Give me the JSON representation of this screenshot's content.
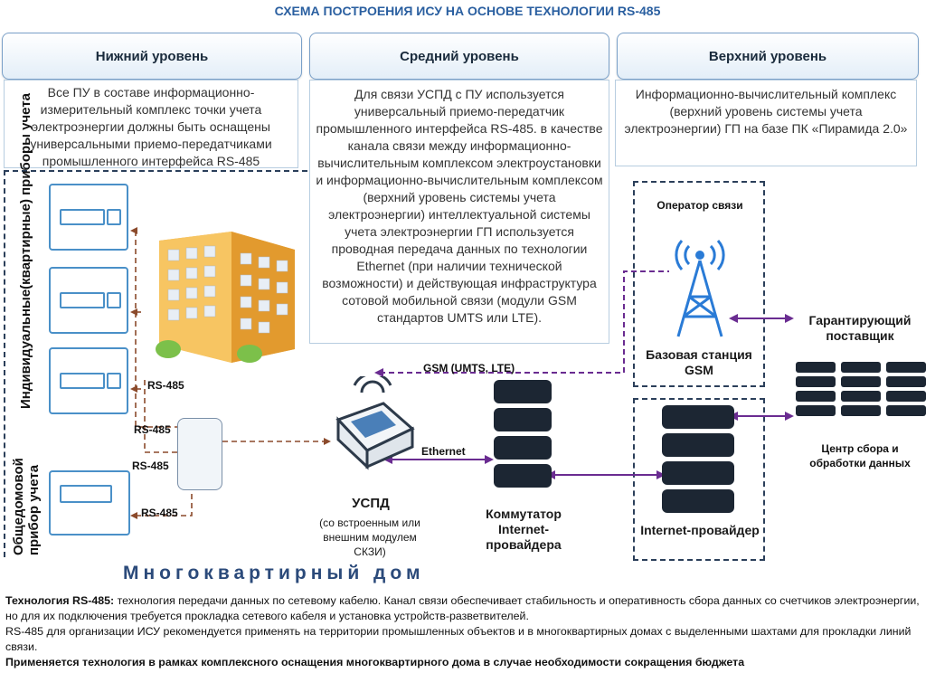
{
  "title": "СХЕМА ПОСТРОЕНИЯ ИСУ НА ОСНОВЕ ТЕХНОЛОГИИ RS-485",
  "levels": {
    "lower": {
      "title": "Нижний уровень",
      "text": "Все ПУ в составе информационно-измерительный комплекс точки учета электроэнергии должны быть оснащены универсальными приемо-передатчиками промышленного интерфейса RS-485"
    },
    "middle": {
      "title": "Средний уровень",
      "text": "Для связи УСПД с ПУ используется универсальный приемо-передатчик промышленного интерфейса RS-485. в качестве канала связи между информационно-вычислительным комплексом электроустановки и информационно-вычислительным комплексом (верхний уровень системы учета электроэнергии) интеллектуальной системы учета электроэнергии ГП используется проводная передача данных по технологии Ethernet (при наличии технической возможности) и действующая инфраструктура сотовой мобильной связи (модули GSM стандартов UMTS или LTE)."
    },
    "upper": {
      "title": "Верхний уровень",
      "text": "Информационно-вычислительный комплекс (верхний уровень системы учета электроэнергии) ГП на базе ПК «Пирамида 2.0»"
    }
  },
  "labels": {
    "individual_meters": "Индивидуальные(квартирные) приборы учета",
    "common_meter": "Общедомовой прибор учета",
    "rs485": "RS-485",
    "gsm_link": "GSM (UMTS, LTE)",
    "ethernet": "Ethernet",
    "uspd_title": "УСПД",
    "uspd_sub": "(со встроенным или внешним модулем СКЗИ)",
    "switch": "Коммутатор Internet-провайдера",
    "operator": "Оператор связи",
    "base_station": "Базовая станция GSM",
    "guarantee_supplier": "Гарантирующий поставщик",
    "data_center": "Центр сбора и обработки данных",
    "provider": "Internet-провайдер",
    "building": "Многоквартирный дом"
  },
  "footer": {
    "line1_bold": "Технология RS-485:",
    "line1": " технология передачи данных по сетевому кабелю. Канал связи обеспечивает стабильность и оперативность сбора данных со счетчиков электроэнергии, но для их подключения требуется прокладка сетевого кабеля и установка устройств-разветвителей.",
    "line2": "RS-485 для организации ИСУ рекомендуется применять на территории промышленных объектов и в многоквартирных домах с выделенными шахтами для прокладки линий связи.",
    "line3": "Применяется технология в рамках комплексного оснащения многоквартирного дома в случае необходимости сокращения бюджета"
  },
  "colors": {
    "accent": "#2a5fa0",
    "rs485_line": "#8b4a2b",
    "link_line": "#6a2c91",
    "meter_blue": "#4a90c8"
  }
}
